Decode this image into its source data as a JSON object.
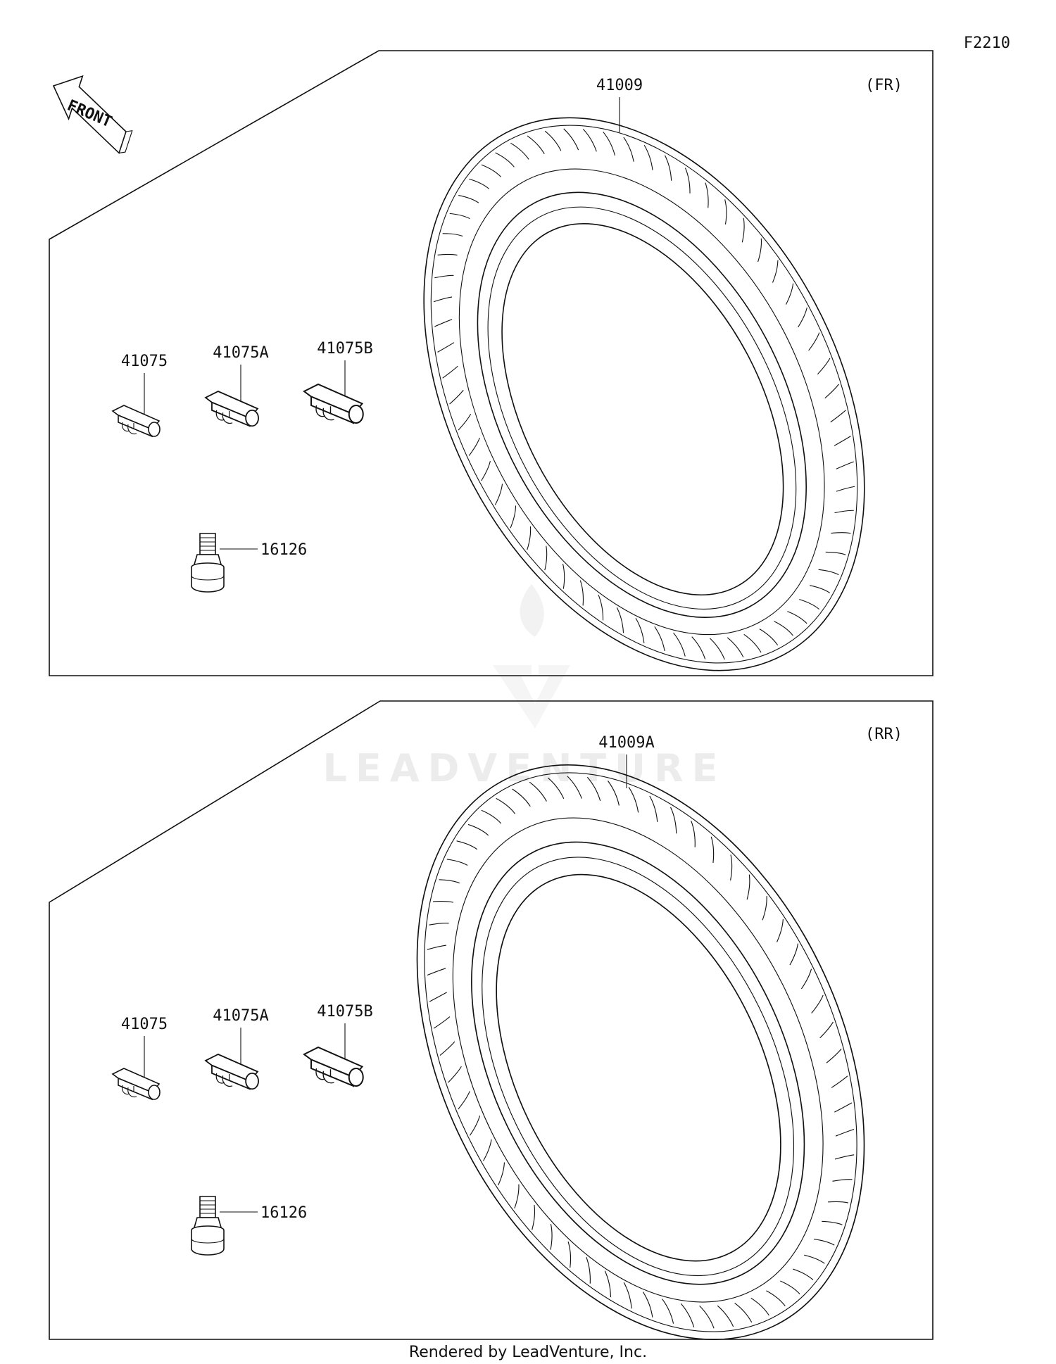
{
  "diagram_code": "F2210",
  "front_arrow_label": "FRONT",
  "watermark": "LEADVENTURE",
  "footer": "Rendered by LeadVenture, Inc.",
  "panels": [
    {
      "position_tag": "(FR)",
      "tire_part": "41009",
      "weight_parts": [
        "41075",
        "41075A",
        "41075B"
      ],
      "valve_part": "16126"
    },
    {
      "position_tag": "(RR)",
      "tire_part": "41009A",
      "weight_parts": [
        "41075",
        "41075A",
        "41075B"
      ],
      "valve_part": "16126"
    }
  ],
  "icons": {
    "front_arrow": "front-arrow-icon",
    "tire": "tire-icon",
    "weight": "wheel-weight-icon",
    "valve": "valve-stem-icon",
    "watermark_logo": "leadventure-logo-icon"
  }
}
